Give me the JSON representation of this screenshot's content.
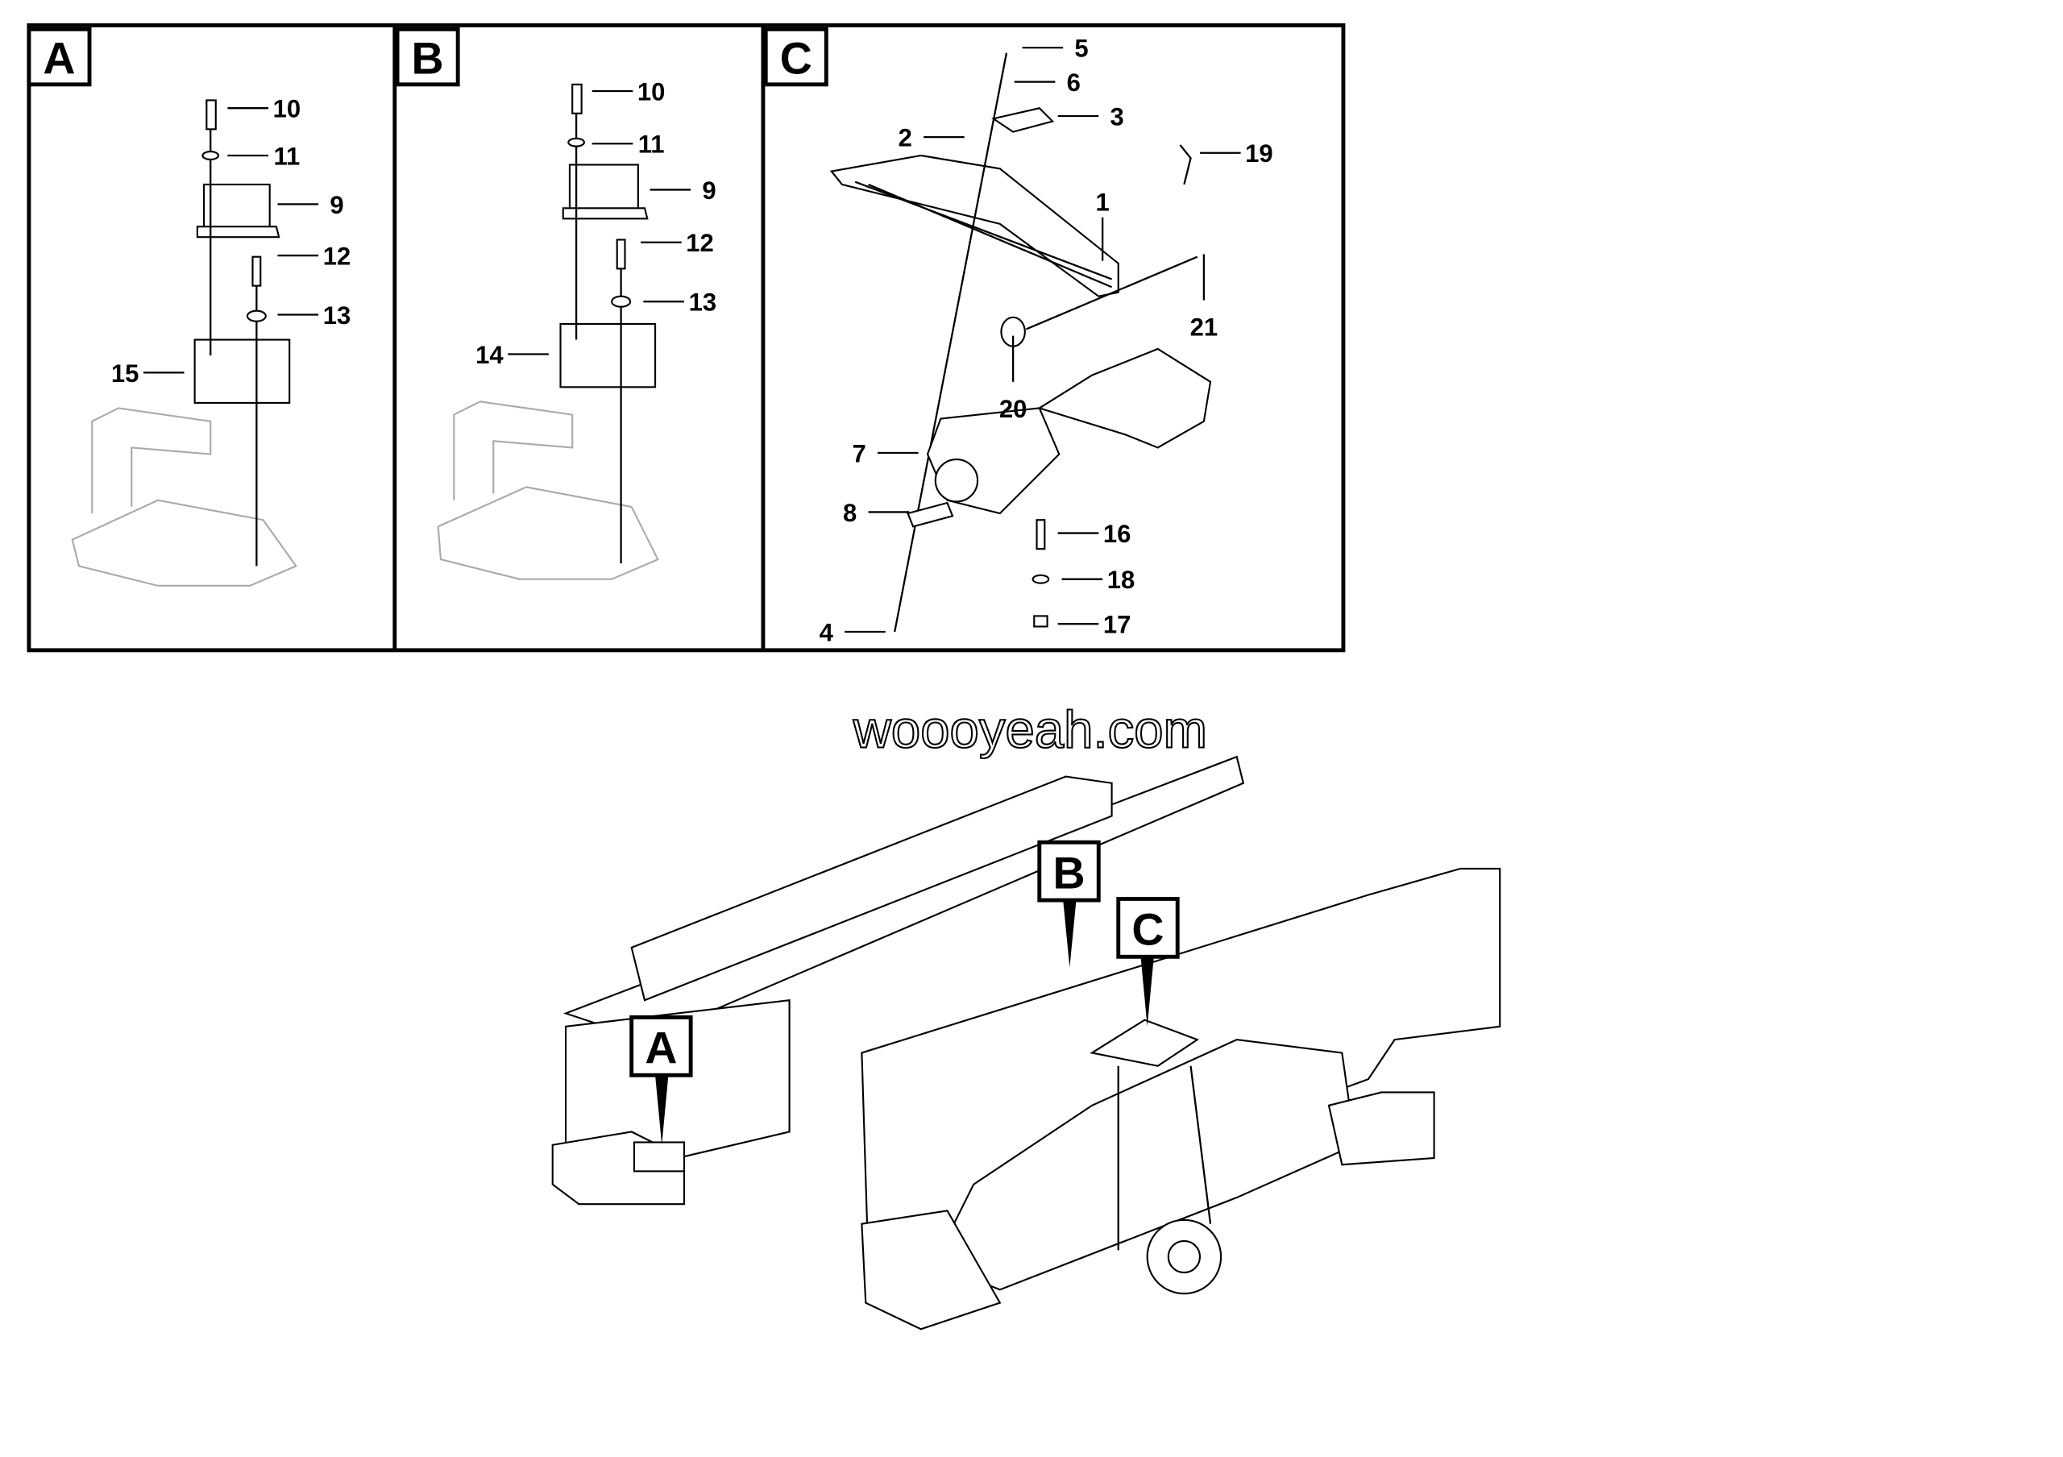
{
  "panels": [
    {
      "letter": "A",
      "callouts": [
        "10",
        "11",
        "9",
        "12",
        "13",
        "15"
      ]
    },
    {
      "letter": "B",
      "callouts": [
        "10",
        "11",
        "9",
        "12",
        "13",
        "14"
      ]
    },
    {
      "letter": "C",
      "callouts": [
        "5",
        "6",
        "3",
        "2",
        "19",
        "1",
        "21",
        "20",
        "7",
        "8",
        "16",
        "18",
        "17",
        "4"
      ]
    }
  ],
  "watermark": "woooyeah.com",
  "overview": {
    "markers": [
      "A",
      "B",
      "C"
    ]
  }
}
